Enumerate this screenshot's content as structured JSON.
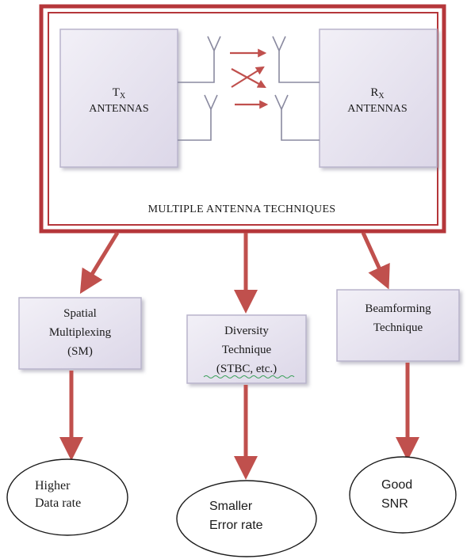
{
  "diagram": {
    "main_caption": "MULTIPLE ANTENNA TECHNIQUES",
    "tx": {
      "symbol": "T",
      "subscript": "X",
      "label": "ANTENNAS"
    },
    "rx": {
      "symbol": "R",
      "subscript": "X",
      "label": "ANTENNAS"
    },
    "techniques": [
      {
        "line1": "Spatial",
        "line2": "Multiplexing",
        "line3": "(SM)"
      },
      {
        "line1": "Diversity",
        "line2": "Technique",
        "line3": "(STBC, etc.)"
      },
      {
        "line1": "Beamforming",
        "line2": "Technique"
      }
    ],
    "outcomes": [
      {
        "line1": "Higher",
        "line2": "Data rate"
      },
      {
        "line1": "Smaller",
        "line2": "Error rate"
      },
      {
        "line1": "Good",
        "line2": "SNR"
      }
    ],
    "colors": {
      "frame": "#b5363a",
      "arrow": "#c0504d",
      "box_fill": "#e8e4f1",
      "box_border": "#b9b4cc",
      "wire": "#8a8aa0"
    }
  }
}
